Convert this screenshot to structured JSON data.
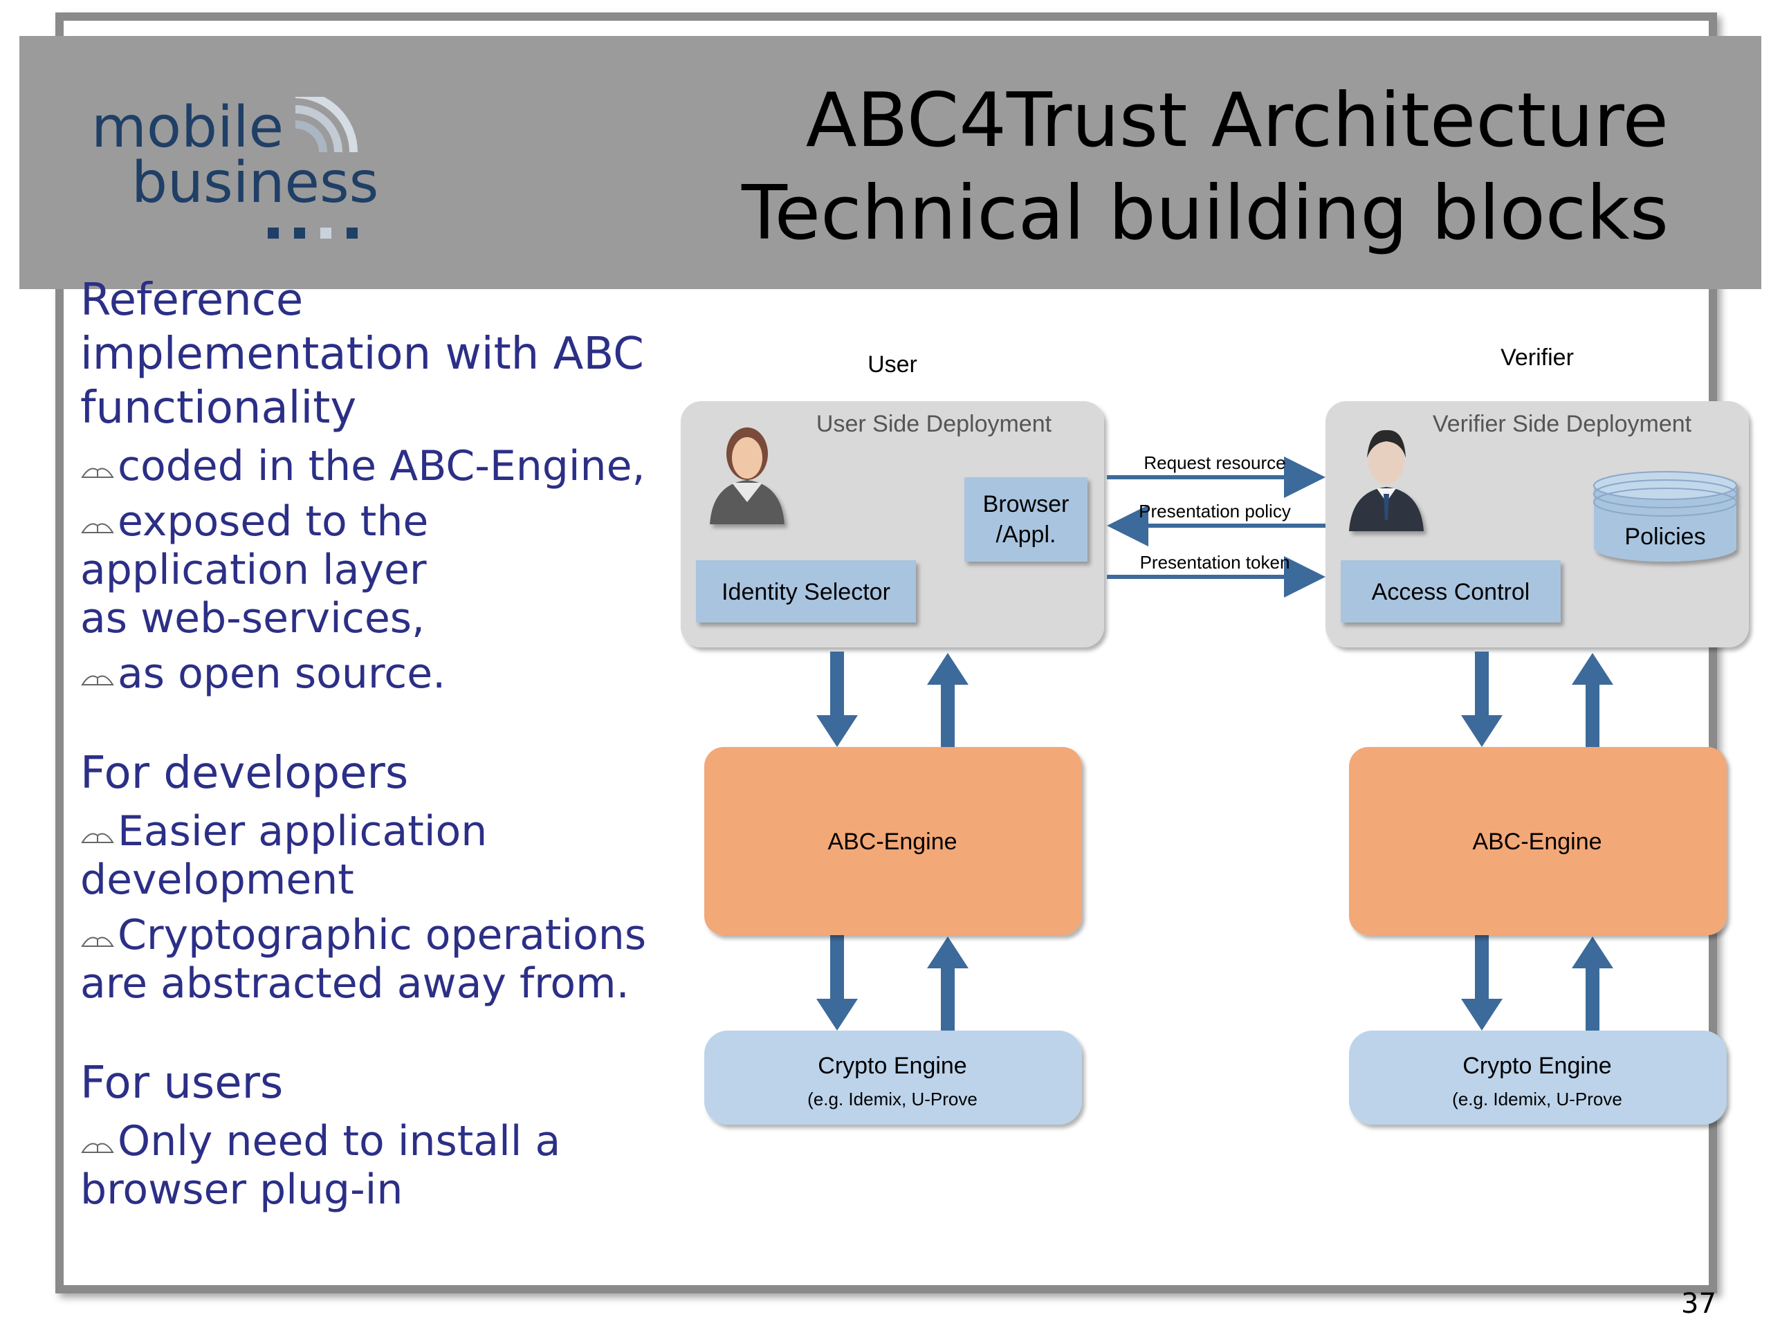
{
  "slide": {
    "title_line1": "ABC4Trust Architecture",
    "title_line2": "Technical building blocks",
    "logo": {
      "word1": "mobile",
      "word2": "business"
    },
    "page_number": "37"
  },
  "left_panel": {
    "heading1": "Reference implementation with ABC functionality",
    "items1": [
      "coded in the ABC-Engine,",
      "exposed to the application layer",
      "as web-services,",
      "as open source."
    ],
    "heading2": "For developers",
    "items2": [
      "Easier application development",
      "Cryptographic operations are abstracted away from."
    ],
    "heading3": "For users",
    "items3": [
      "Only need to install a browser plug-in"
    ]
  },
  "diagram": {
    "user_label": "User",
    "verifier_label": "Verifier",
    "user_side": {
      "title": "User Side Deployment",
      "browser": [
        "Browser",
        "/Appl."
      ],
      "identity_selector": "Identity Selector",
      "abc_engine": "ABC-Engine",
      "crypto_engine": "Crypto Engine",
      "crypto_note": "(e.g. Idemix, U-Prove"
    },
    "verifier_side": {
      "title": "Verifier Side Deployment",
      "policies": "Policies",
      "access_control": "Access Control",
      "abc_engine": "ABC-Engine",
      "crypto_engine": "Crypto Engine",
      "crypto_note": "(e.g. Idemix, U-Prove"
    },
    "messages": {
      "request": "Request resource",
      "policy": "Presentation policy",
      "token": "Presentation token"
    },
    "colors": {
      "deployment_bg": "#d9d9d9",
      "component_bg": "#a9c4df",
      "engine_bg": "#f3a878",
      "crypto_bg": "#bcd3ea",
      "arrow": "#3c6a9a"
    }
  }
}
